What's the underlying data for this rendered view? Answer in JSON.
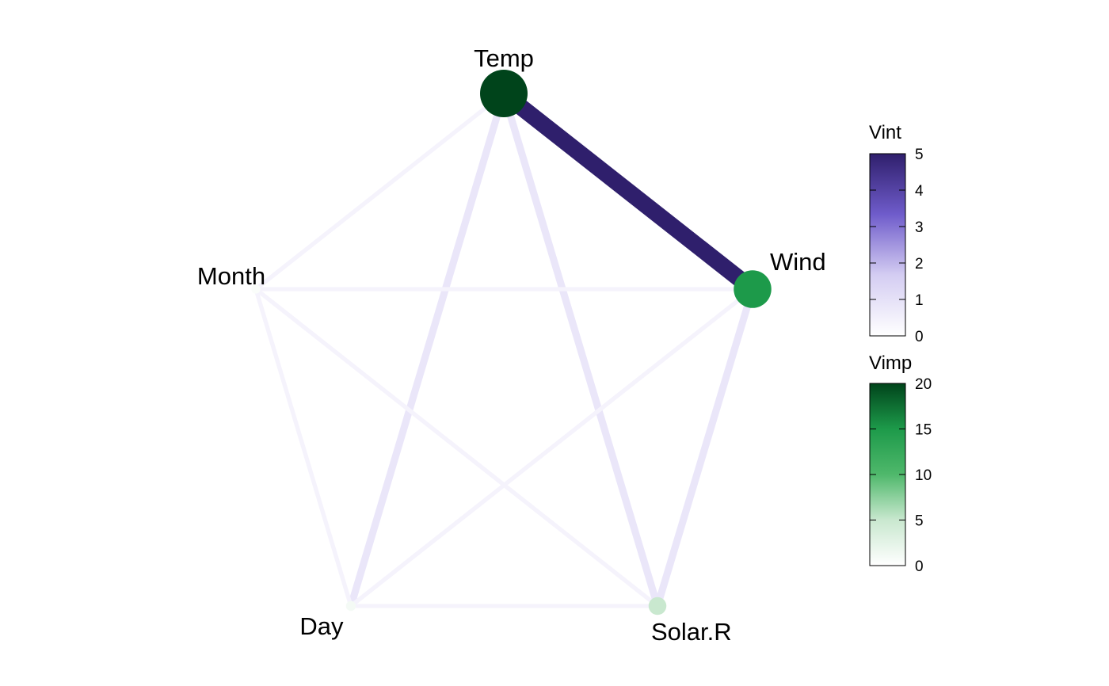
{
  "chart_data": {
    "type": "network",
    "nodes": [
      {
        "id": "Temp",
        "label": "Temp",
        "vimp": 20
      },
      {
        "id": "Wind",
        "label": "Wind",
        "vimp": 15
      },
      {
        "id": "Solar.R",
        "label": "Solar.R",
        "vimp": 5
      },
      {
        "id": "Day",
        "label": "Day",
        "vimp": 1
      },
      {
        "id": "Month",
        "label": "Month",
        "vimp": 0.5
      }
    ],
    "edges": [
      {
        "source": "Temp",
        "target": "Wind",
        "vint": 5
      },
      {
        "source": "Temp",
        "target": "Day",
        "vint": 1.5
      },
      {
        "source": "Temp",
        "target": "Solar.R",
        "vint": 1.5
      },
      {
        "source": "Wind",
        "target": "Solar.R",
        "vint": 1.5
      },
      {
        "source": "Temp",
        "target": "Month",
        "vint": 0.4
      },
      {
        "source": "Month",
        "target": "Wind",
        "vint": 0.4
      },
      {
        "source": "Month",
        "target": "Day",
        "vint": 0.4
      },
      {
        "source": "Month",
        "target": "Solar.R",
        "vint": 0.4
      },
      {
        "source": "Day",
        "target": "Wind",
        "vint": 0.4
      },
      {
        "source": "Day",
        "target": "Solar.R",
        "vint": 0.4
      }
    ],
    "legends": {
      "vint": {
        "title": "Vint",
        "range": [
          0,
          5
        ],
        "ticks": [
          0,
          1,
          2,
          3,
          4,
          5
        ],
        "colors": [
          "#ffffff",
          "#d4cdf2",
          "#6f5ccb",
          "#2f1f6c"
        ]
      },
      "vimp": {
        "title": "Vimp",
        "range": [
          0,
          20
        ],
        "ticks": [
          0,
          5,
          10,
          15,
          20
        ],
        "colors": [
          "#ffffff",
          "#c9e8cf",
          "#4fb86b",
          "#1d9a4a",
          "#00441b"
        ]
      }
    }
  }
}
